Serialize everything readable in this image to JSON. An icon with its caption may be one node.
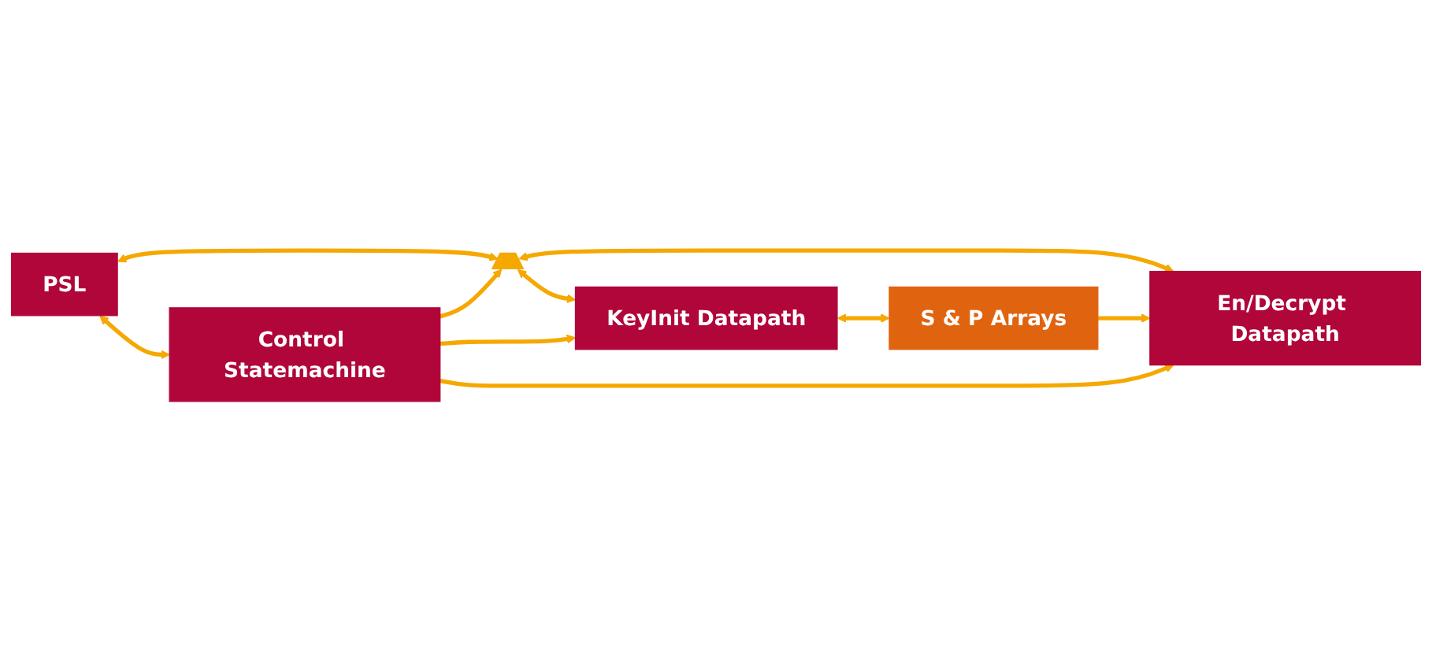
{
  "diagram": {
    "nodes": [
      {
        "text": [
          "PSL"
        ]
      },
      {
        "text": [],
        "shape": "trapezoid"
      },
      {
        "text": [
          "En/Decrypt Datapath"
        ]
      },
      {
        "text": [
          "KeyInit Datapath"
        ]
      },
      {
        "text": [
          "S & P Arrays"
        ]
      },
      {
        "text": [
          "Control Statemachine"
        ]
      }
    ],
    "edges": [
      {
        "from": 0,
        "to": 1,
        "arrow": "both"
      },
      {
        "from": 1,
        "to": 2,
        "arrow": "both"
      },
      {
        "from": 1,
        "to": 3,
        "arrow": "both"
      },
      {
        "from": 4,
        "to": 2,
        "arrow": "to"
      },
      {
        "from": 3,
        "to": 4,
        "arrow": "both"
      },
      {
        "from": 5,
        "to": 1,
        "arrow": "to"
      },
      {
        "from": 5,
        "to": 3,
        "arrow": "to"
      },
      {
        "from": 5,
        "to": 2,
        "arrow": "to"
      },
      {
        "from": 0,
        "to": 5,
        "arrow": "both"
      }
    ]
  }
}
